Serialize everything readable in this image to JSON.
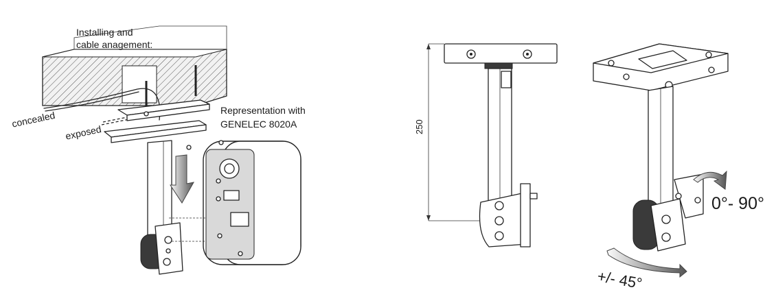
{
  "labels": {
    "installing_line1": "Installing and",
    "installing_line2": "cable anagement:",
    "concealed": "concealed",
    "exposed": "exposed",
    "representation_line1": "Representation with",
    "representation_line2": "GENELEC 8020A",
    "dimension_height": "250",
    "rotation_vertical": "0°- 90°",
    "rotation_horizontal": "+/- 45°"
  },
  "icons": [
    "down-arrow-icon",
    "curved-arrow-icon"
  ]
}
